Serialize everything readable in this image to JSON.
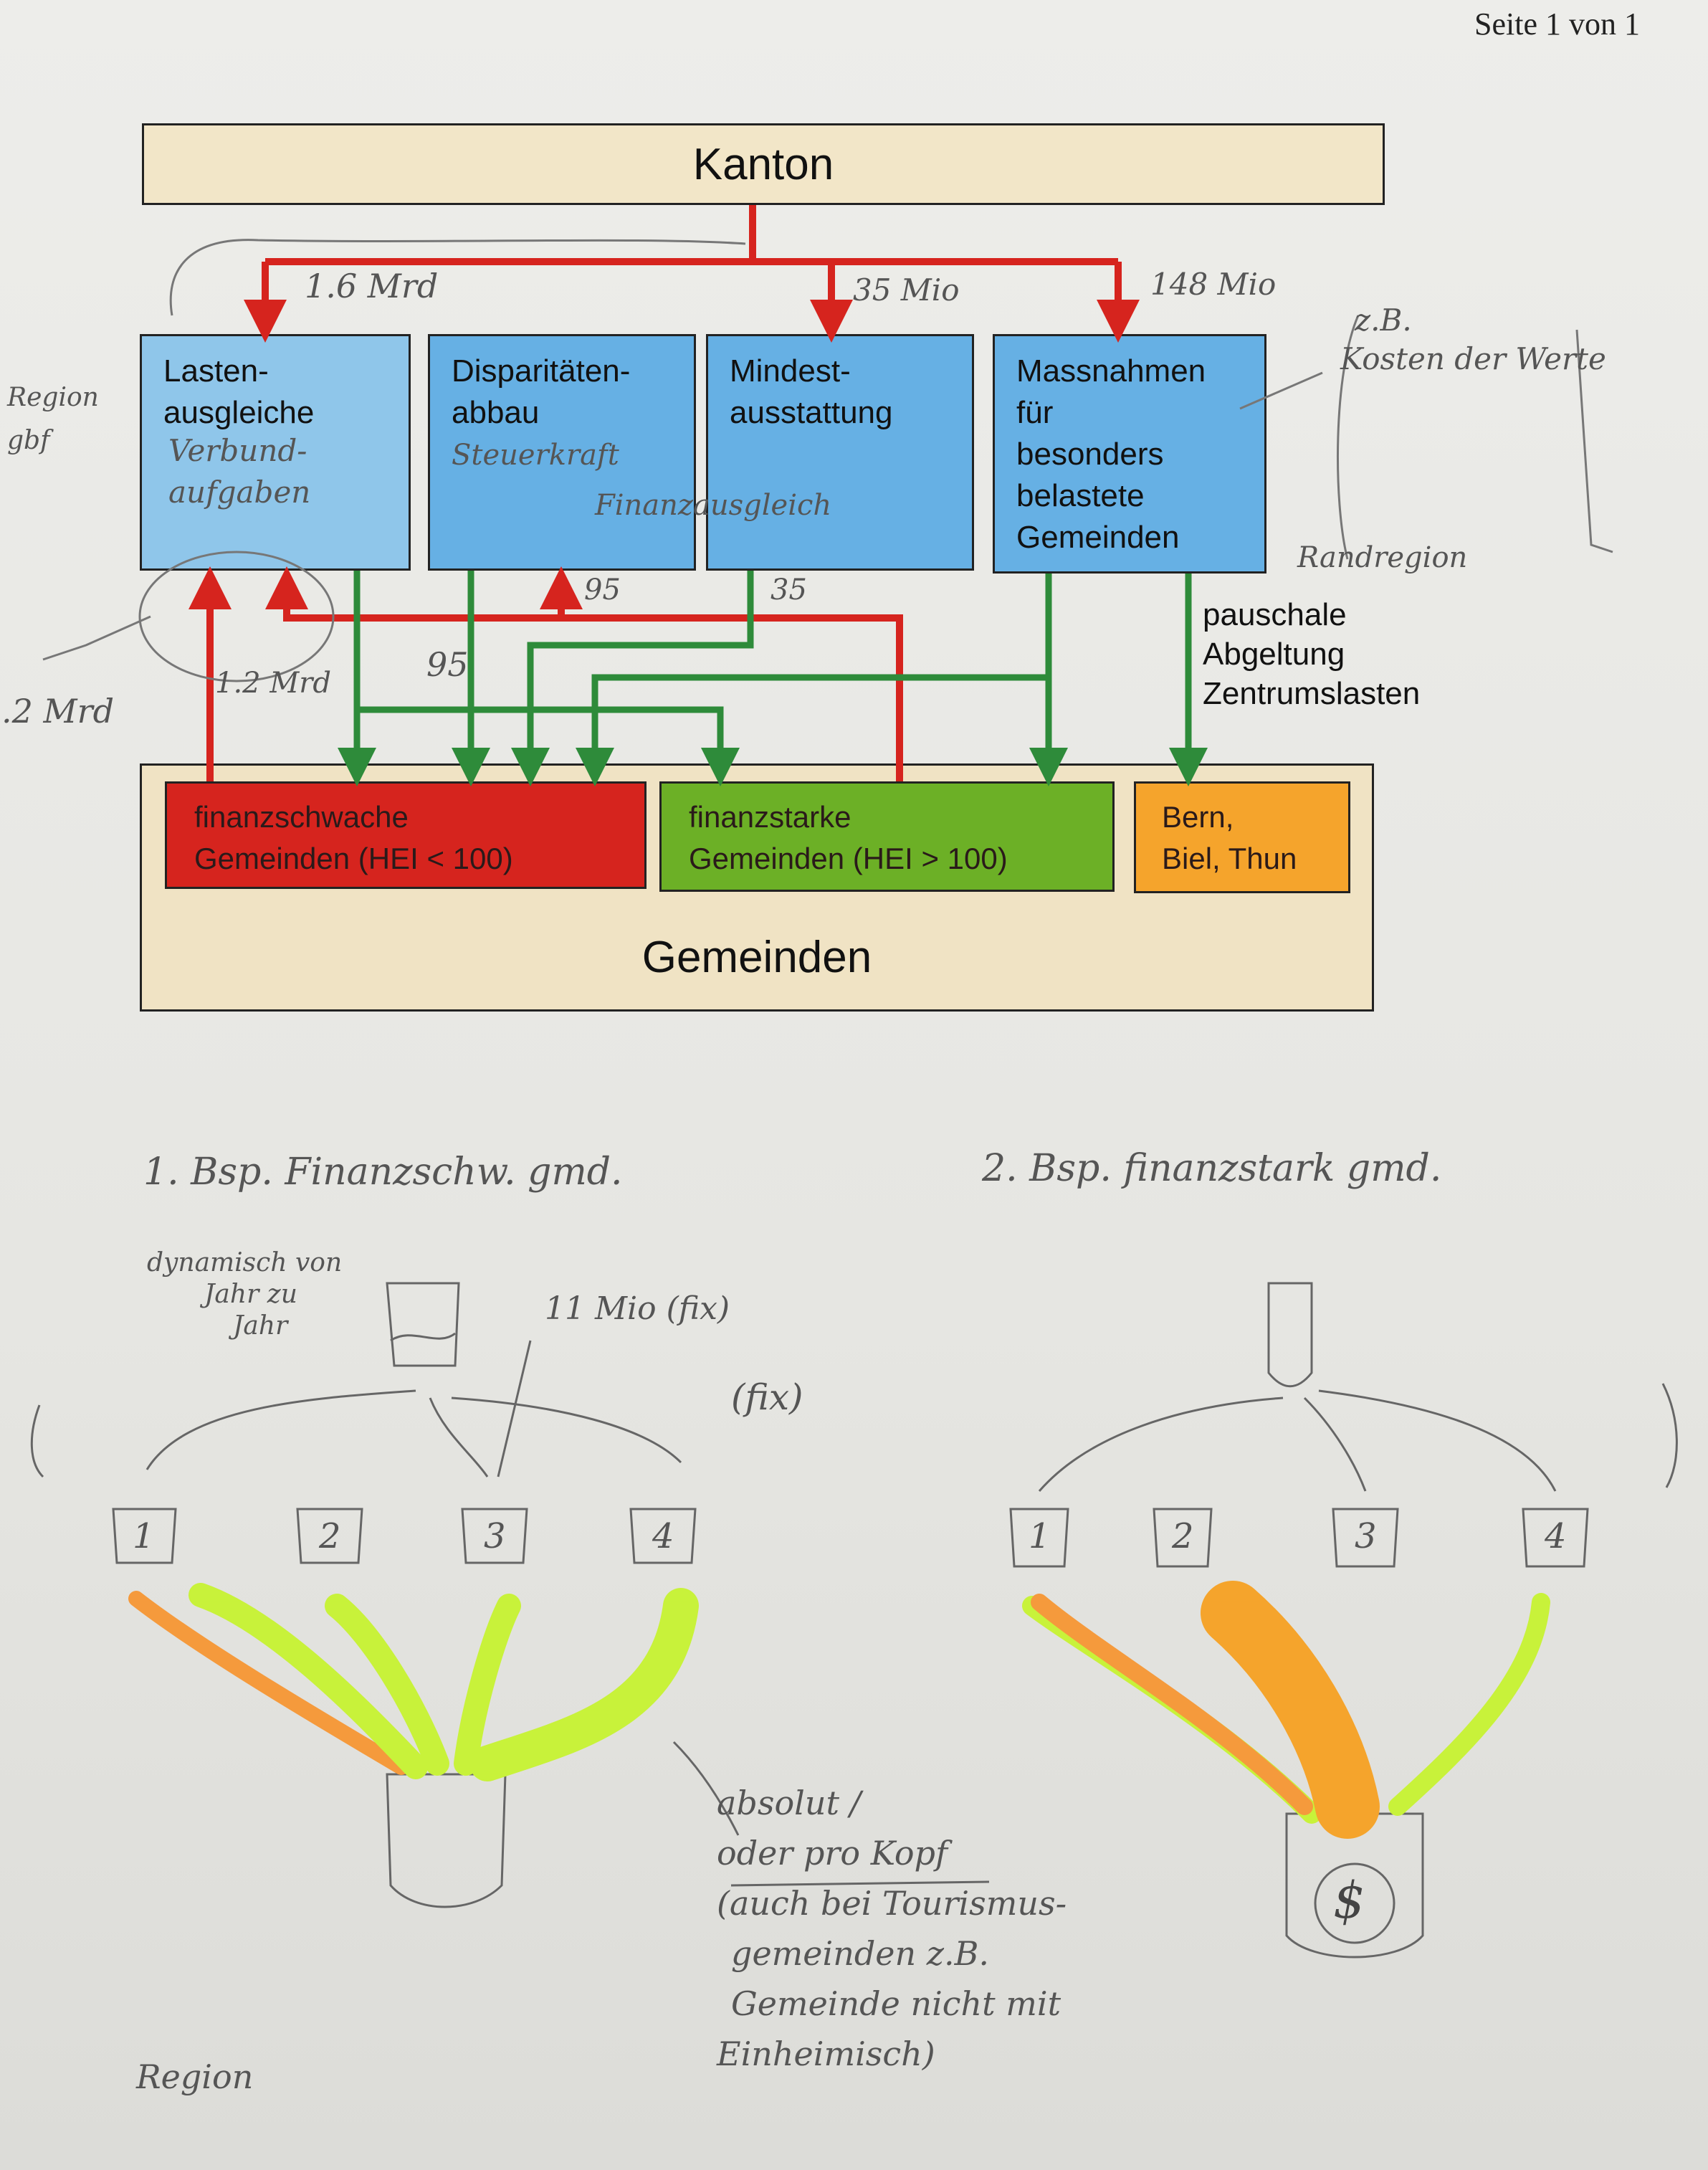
{
  "page": {
    "number_text": "Seite 1 von 1"
  },
  "diagram": {
    "kanton": "Kanton",
    "gemeinden": "Gemeinden",
    "instruments": [
      {
        "id": "lasten",
        "lines": [
          "Lasten-",
          "ausgleiche"
        ]
      },
      {
        "id": "disp",
        "lines": [
          "Disparitäten-",
          "abbau"
        ]
      },
      {
        "id": "mind",
        "lines": [
          "Mindest-",
          "ausstattung"
        ]
      },
      {
        "id": "mass",
        "lines": [
          "Massnahmen",
          "für",
          "besonders",
          "belastete",
          "Gemeinden"
        ]
      }
    ],
    "municipalities": [
      {
        "id": "schwach",
        "lines": [
          "finanzschwache",
          "Gemeinden (HEI < 100)"
        ],
        "color": "#d6241e"
      },
      {
        "id": "stark",
        "lines": [
          "finanzstarke",
          "Gemeinden (HEI > 100)"
        ],
        "color": "#6cb026"
      },
      {
        "id": "bern",
        "lines": [
          "Bern,",
          "Biel, Thun"
        ],
        "color": "#f5a42c"
      }
    ],
    "pauschale": [
      "pauschale",
      "Abgeltung",
      "Zentrumslasten"
    ],
    "flow_colors": {
      "funding": "#d6241e",
      "payout": "#2e8b3a"
    }
  },
  "annotations": {
    "amt_lasten": "1.6 Mrd",
    "amt_mind": "35 Mio",
    "amt_mass": "148 Mio",
    "amt_95a": "95",
    "amt_95b": "95",
    "amt_35": "35",
    "amt_12a": "1.2 Mrd",
    "amt_12b": ".2 Mrd",
    "lasten_note": [
      "Verbund-",
      "aufgaben"
    ],
    "disp_note": [
      "Steuerkraft",
      "Finanzausgleich"
    ],
    "mass_note": [
      "z.B.",
      "Kosten der Werte"
    ],
    "rand_note": "Randregion",
    "left_note": [
      "Region",
      "gbf"
    ],
    "ex1_title": "1. Bsp. Finanzschw. gmd.",
    "ex2_title": "2. Bsp. finanzstark gmd.",
    "ex1_dyn": [
      "dynamisch von",
      "Jahr zu",
      "Jahr"
    ],
    "ex1_11": "11 Mio (fix)",
    "ex1_fix": "(fix)",
    "pot_numbers": [
      "1",
      "2",
      "3",
      "4"
    ],
    "absolut_note": [
      "absolut /",
      "oder pro Kopf",
      "(auch bei Tourismus-",
      "gemeinden z.B.",
      "Gemeinde nicht mit",
      "Einheimisch)"
    ],
    "signature": "Region",
    "dollar": "$"
  }
}
